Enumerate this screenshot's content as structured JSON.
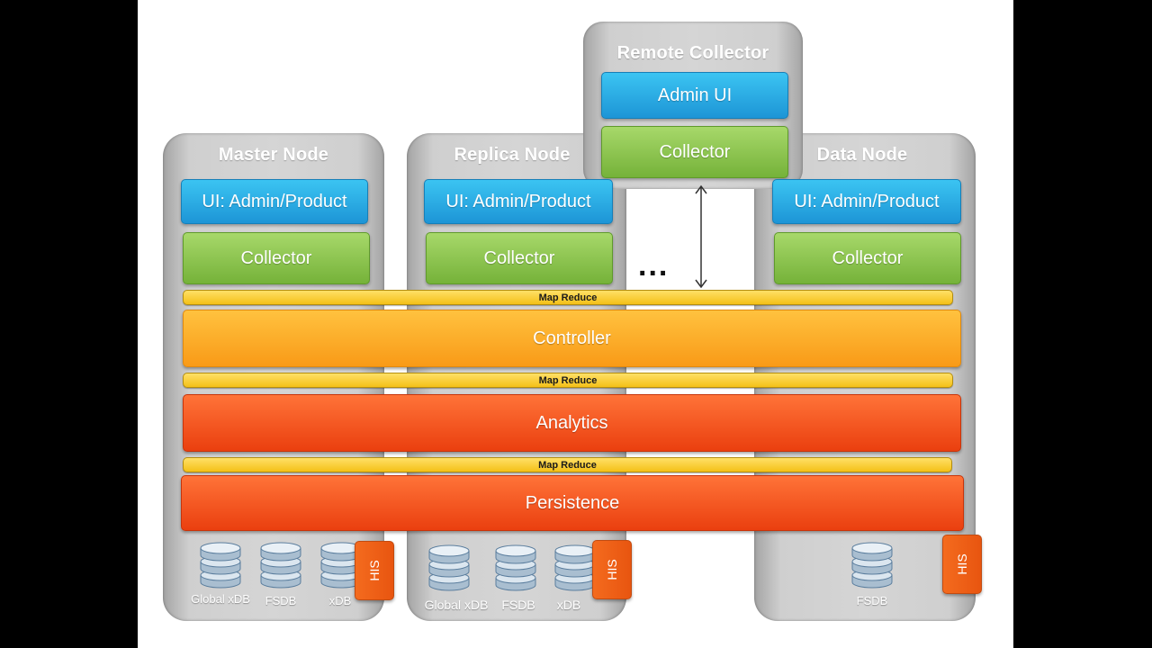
{
  "nodes": {
    "master": {
      "title": "Master Node",
      "ui_label": "UI: Admin/Product",
      "collector_label": "Collector",
      "databases": [
        "Global xDB",
        "FSDB",
        "xDB"
      ],
      "his_label": "HIS"
    },
    "replica": {
      "title": "Replica Node",
      "ui_label": "UI: Admin/Product",
      "collector_label": "Collector",
      "databases": [
        "Global xDB",
        "FSDB",
        "xDB"
      ],
      "his_label": "HIS"
    },
    "data": {
      "title": "Data Node",
      "ui_label": "UI: Admin/Product",
      "collector_label": "Collector",
      "databases": [
        "FSDB"
      ],
      "his_label": "HIS"
    },
    "remote": {
      "title": "Remote Collector",
      "admin_label": "Admin UI",
      "collector_label": "Collector"
    }
  },
  "ellipsis": "...",
  "layers": {
    "map_reduce_1": "Map Reduce",
    "controller": "Controller",
    "map_reduce_2": "Map Reduce",
    "analytics": "Analytics",
    "map_reduce_3": "Map Reduce",
    "persistence": "Persistence"
  },
  "colors": {
    "blue": "#2aa8e4",
    "green": "#8bc34a",
    "map_reduce": "#f8cf3a",
    "controller": "#fbab26",
    "analytics_persistence": "#f55a1e",
    "his": "#ee5f16",
    "node_gray": "#cccccc"
  }
}
